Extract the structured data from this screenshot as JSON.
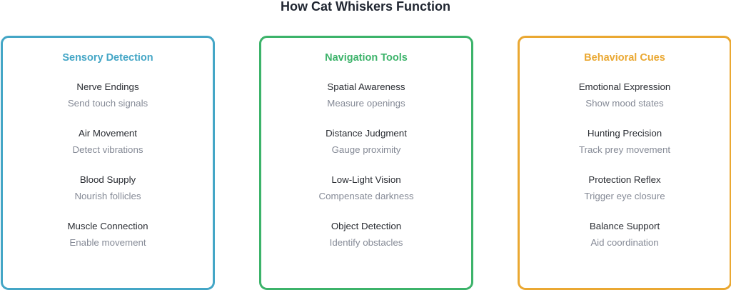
{
  "title": "How Cat Whiskers Function",
  "panels": [
    {
      "title": "Sensory Detection",
      "color": "#44a6c6",
      "items": [
        {
          "name": "Nerve Endings",
          "desc": "Send touch signals"
        },
        {
          "name": "Air Movement",
          "desc": "Detect vibrations"
        },
        {
          "name": "Blood Supply",
          "desc": "Nourish follicles"
        },
        {
          "name": "Muscle Connection",
          "desc": "Enable movement"
        }
      ]
    },
    {
      "title": "Navigation Tools",
      "color": "#3cb36a",
      "items": [
        {
          "name": "Spatial Awareness",
          "desc": "Measure openings"
        },
        {
          "name": "Distance Judgment",
          "desc": "Gauge proximity"
        },
        {
          "name": "Low-Light Vision",
          "desc": "Compensate darkness"
        },
        {
          "name": "Object Detection",
          "desc": "Identify obstacles"
        }
      ]
    },
    {
      "title": "Behavioral Cues",
      "color": "#eaa832",
      "items": [
        {
          "name": "Emotional Expression",
          "desc": "Show mood states"
        },
        {
          "name": "Hunting Precision",
          "desc": "Track prey movement"
        },
        {
          "name": "Protection Reflex",
          "desc": "Trigger eye closure"
        },
        {
          "name": "Balance Support",
          "desc": "Aid coordination"
        }
      ]
    }
  ]
}
